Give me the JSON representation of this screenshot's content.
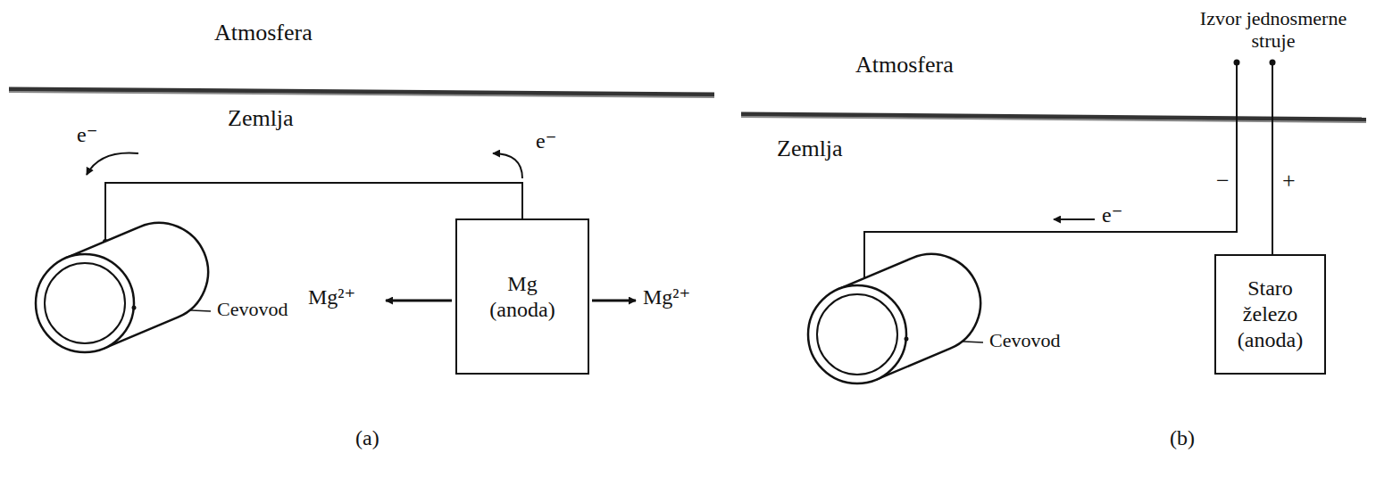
{
  "diagram": {
    "nodes": [
      {
        "text": [
          "Cevovod"
        ]
      },
      {
        "text": [
          "Mg (anoda)"
        ]
      },
      {
        "text": [
          "Cevovod"
        ]
      },
      {
        "text": [
          "Staro železo (anoda)"
        ]
      }
    ],
    "edges": [
      {
        "from": 1,
        "to": 0,
        "arrow": "none"
      }
    ],
    "labels": [
      "Atmosfera",
      "Zemlja",
      "e⁻",
      "e⁻",
      "Mg²⁺",
      "Mg²⁺",
      "(a)",
      "Atmosfera",
      "Izvor jednosmerne struje",
      "Zemlja",
      "−",
      "+",
      "e⁻",
      "(b)"
    ]
  }
}
